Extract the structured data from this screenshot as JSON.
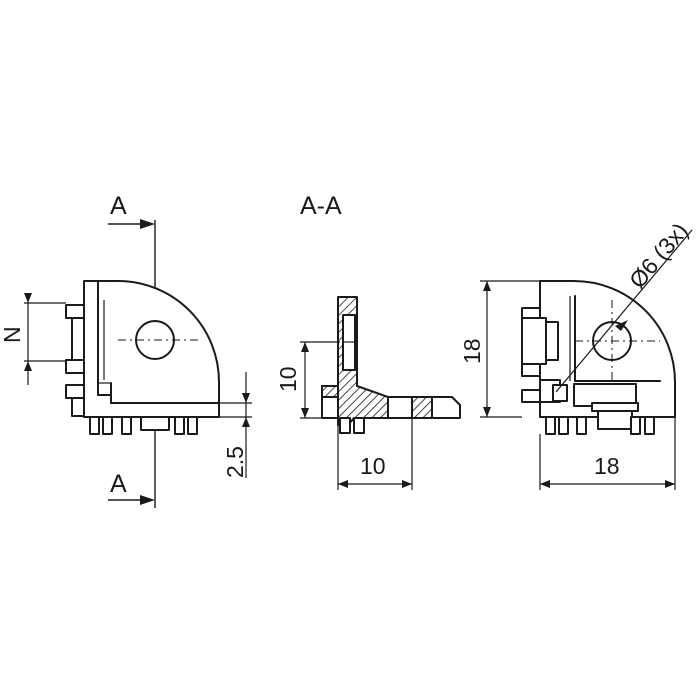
{
  "drawing": {
    "section_marker_top": "A",
    "section_marker_bottom": "A",
    "section_title": "A-A",
    "dimensions": {
      "left_n": "N",
      "left_2_5": "2.5",
      "section_height": "10",
      "section_width": "10",
      "right_height": "18",
      "right_width": "18",
      "hole_note": "Ø6 (3x)"
    }
  }
}
